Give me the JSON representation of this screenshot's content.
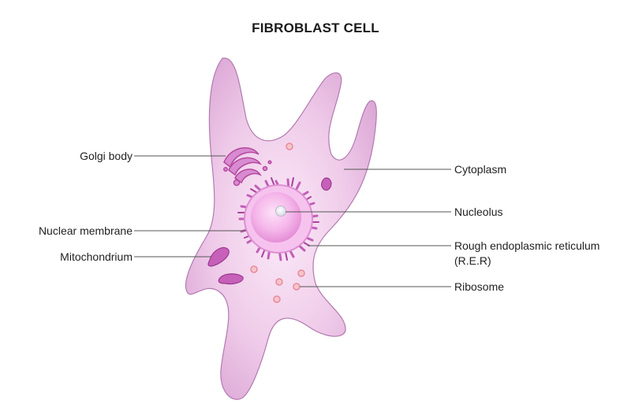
{
  "title": "FIBROBLAST CELL",
  "colors": {
    "cell_fill": "#e6b7e0",
    "cell_stroke": "#b37ab0",
    "nucleus": "#f0a6e3",
    "rer": "#c25fb8",
    "organelle": "#b4489f",
    "ribosome": "#e88a9a",
    "leader_line": "#555555"
  },
  "labels": {
    "golgi_body": "Golgi body",
    "nuclear_membrane": "Nuclear membrane",
    "mitochondrium": "Mitochondrium",
    "cytoplasm": "Cytoplasm",
    "nucleolus": "Nucleolus",
    "rer_line1": "Rough endoplasmic reticulum",
    "rer_line2": "(R.E.R)",
    "ribosome": "Ribosome"
  }
}
